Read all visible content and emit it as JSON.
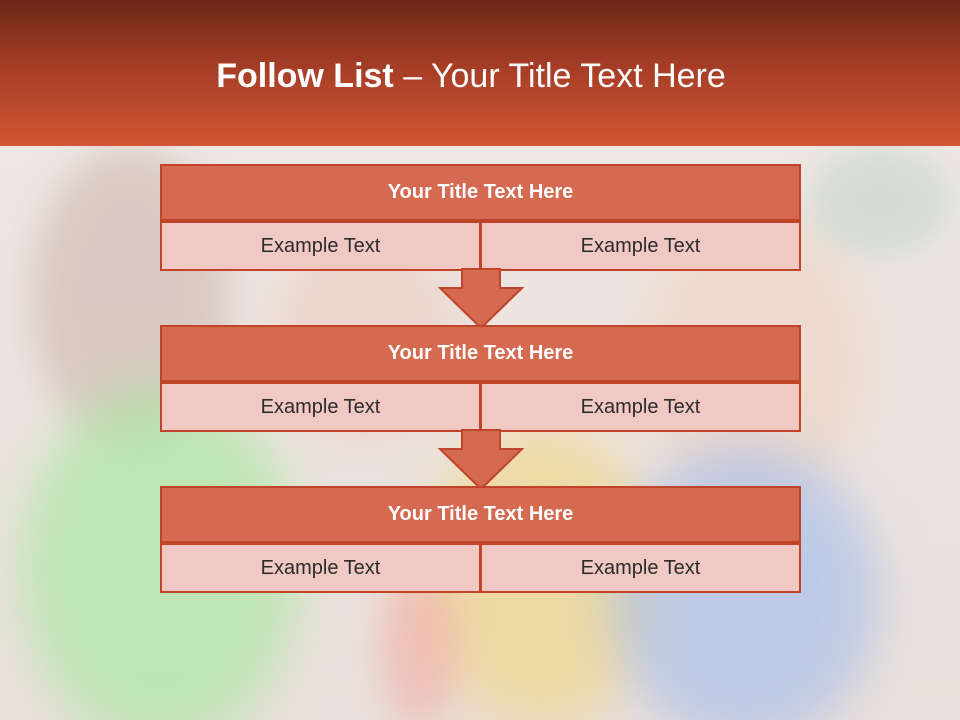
{
  "header": {
    "title_bold": "Follow List",
    "title_rest": " – Your Title Text Here"
  },
  "steps": [
    {
      "title": "Your Title Text Here",
      "left": "Example Text",
      "right": "Example Text"
    },
    {
      "title": "Your Title Text Here",
      "left": "Example Text",
      "right": "Example Text"
    },
    {
      "title": "Your Title Text Here",
      "left": "Example Text",
      "right": "Example Text"
    }
  ],
  "colors": {
    "header_dark": "#6b2718",
    "header_light": "#d25634",
    "title_fill": "#d56a50",
    "cell_fill": "#f0c8c4",
    "border": "#c0442a"
  },
  "icons": {
    "connector": "down-arrow-icon",
    "background": "children-group-photo"
  }
}
